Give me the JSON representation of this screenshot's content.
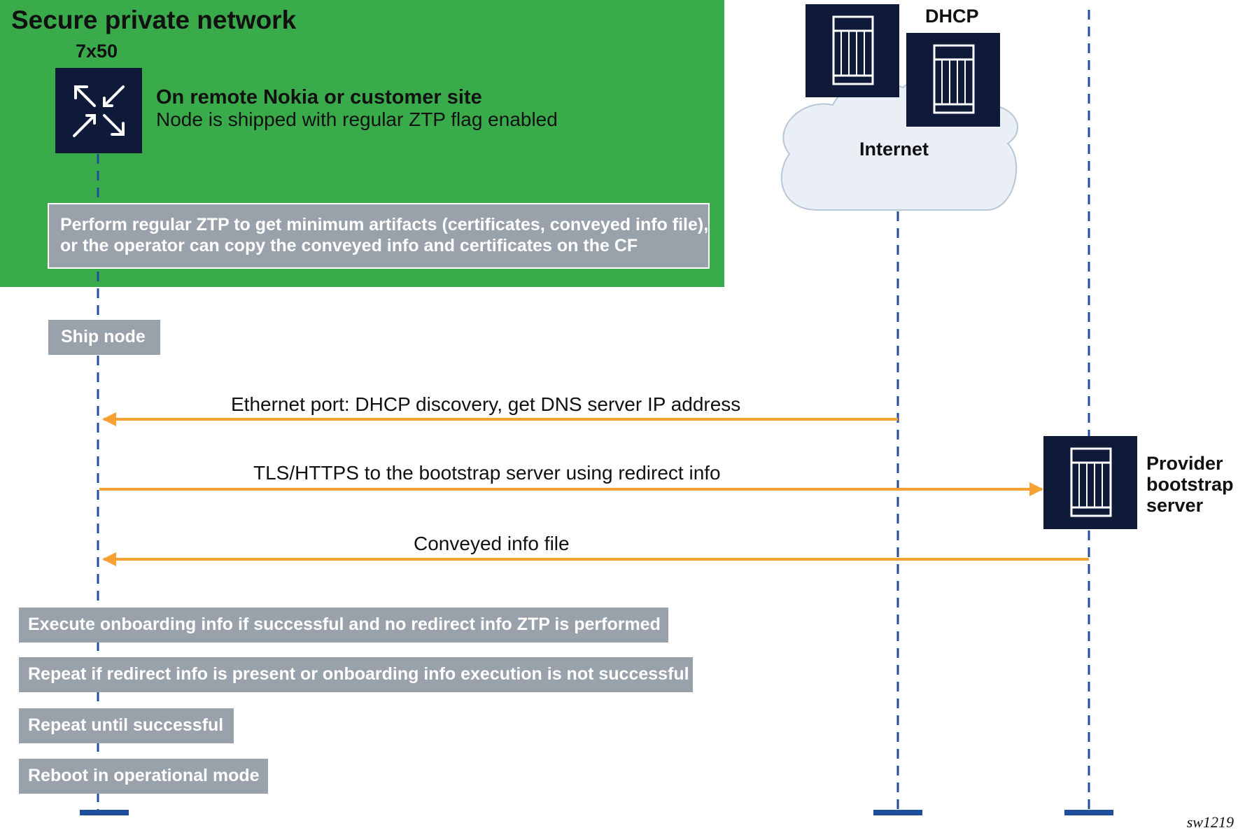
{
  "zone": {
    "title": "Secure private network",
    "node_label": "7x50",
    "site_title": "On remote Nokia or customer site",
    "site_subtitle": "Node is shipped with regular ZTP flag enabled"
  },
  "external": {
    "dhcp_label": "DHCP",
    "internet_label": "Internet",
    "bootstrap_label": [
      "Provider",
      "bootstrap",
      "server"
    ]
  },
  "steps": {
    "perform_line1": "Perform regular ZTP to get minimum artifacts (certificates, conveyed info file),",
    "perform_line2": "or the operator can copy the conveyed info and certificates on the CF",
    "ship_node": "Ship node",
    "execute": "Execute onboarding info if successful and no redirect info ZTP is performed",
    "repeat_redirect": "Repeat if redirect info is present or onboarding info execution is not successful",
    "repeat_until": "Repeat until successful",
    "reboot": "Reboot in operational mode"
  },
  "messages": {
    "dhcp_discovery": "Ethernet port: DHCP discovery, get DNS server IP address",
    "tls_https": "TLS/HTTPS to the bootstrap server using redirect info",
    "conveyed_file": "Conveyed info file"
  },
  "watermark": "sw1219",
  "colors": {
    "zone_green": "#3aab4b",
    "node_dark": "#0e1a38",
    "step_gray": "#99a1ab",
    "lifeline_blue": "#1f4f9c",
    "arrow_orange": "#f7a134",
    "cloud_fill": "#e9eff5"
  },
  "icons": {
    "node": "router-arrows-icon",
    "server": "server-rack-icon",
    "cloud": "cloud-icon"
  }
}
